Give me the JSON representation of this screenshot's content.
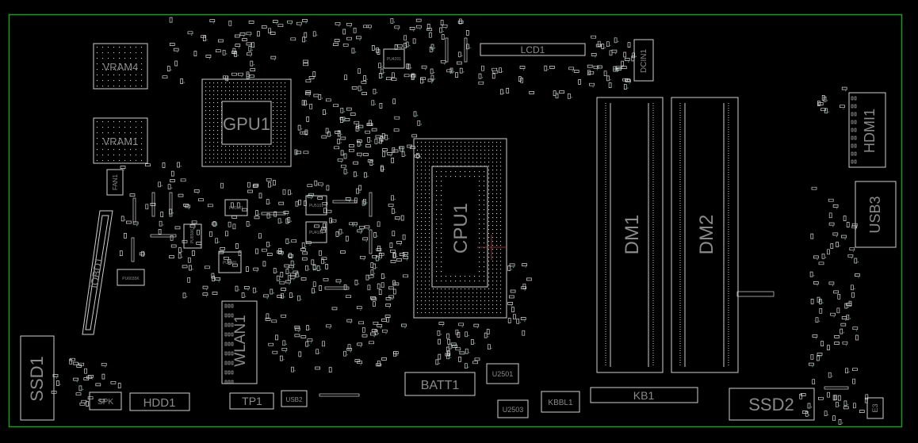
{
  "board": {
    "outline_color": "#1f9a1f",
    "silk_color": "#d8d8d8",
    "label_color": "#8a8a8a",
    "pad_color": "#cfcfcf",
    "via_color": "#2aa8a8"
  },
  "components": {
    "vram4": "VRAM4",
    "vram1": "VRAM1",
    "gpu1": "GPU1",
    "fan1": "FAN1",
    "iobd1": "IOBD1",
    "ssd1": "SSD1",
    "spk": "SPK",
    "hdd1": "HDD1",
    "wlan1": "WLAN1",
    "tp1": "TP1",
    "usb2": "USB2",
    "batt1": "BATT1",
    "u2501": "U2501",
    "u2503": "U2503",
    "kbbl1": "KBBL1",
    "kb1": "KB1",
    "lcd1": "LCD1",
    "dcin1": "DCIN1",
    "cpu1": "CPU1",
    "dm1": "DM1",
    "dm2": "DM2",
    "hdmi1": "HDMI1",
    "usb3": "USB3",
    "ssd2": "SSD2",
    "e3": "E3",
    "pu3501": "PU3501",
    "pu5101": "PU5101",
    "pu4101": "PU4101",
    "pu4201": "PU4201",
    "pu4801": "PU4801",
    "pu6035k": "PU6035K",
    "pu8506": "PU8506"
  }
}
